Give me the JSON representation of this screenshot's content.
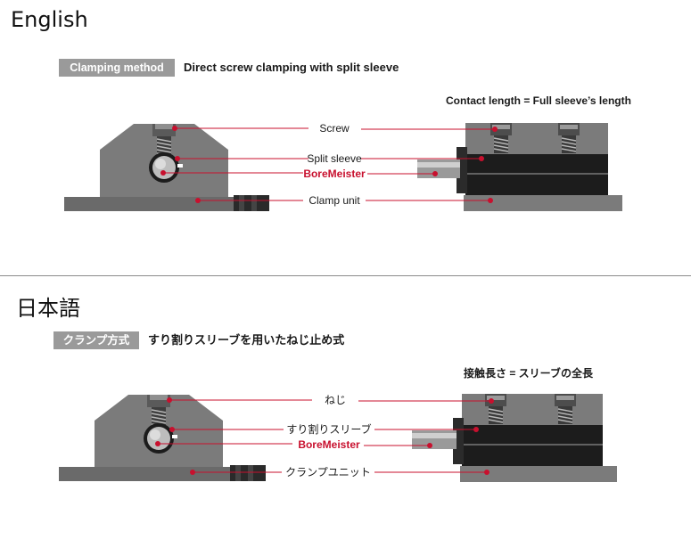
{
  "sections": [
    {
      "language": "English",
      "method_badge": "Clamping method",
      "method_text": "Direct screw clamping with split sleeve",
      "contact_note": "Contact length = Full sleeve’s length",
      "labels": {
        "screw": "Screw",
        "split_sleeve": "Split sleeve",
        "boremeister": "BoreMeister",
        "clamp_unit": "Clamp unit"
      }
    },
    {
      "language": "日本語",
      "method_badge": "クランプ方式",
      "method_text": "すり割りスリーブを用いたねじ止め式",
      "contact_note": "接触長さ = スリーブの全長",
      "labels": {
        "screw": "ねじ",
        "split_sleeve": "すり割りスリーブ",
        "boremeister": "BoreMeister",
        "clamp_unit": "クランプユニット"
      }
    }
  ],
  "colors": {
    "accent_red": "#c8102e",
    "badge_gray": "#9a9a9a",
    "body_gray": "#7b7b7b",
    "dark": "#1c1c1c"
  }
}
